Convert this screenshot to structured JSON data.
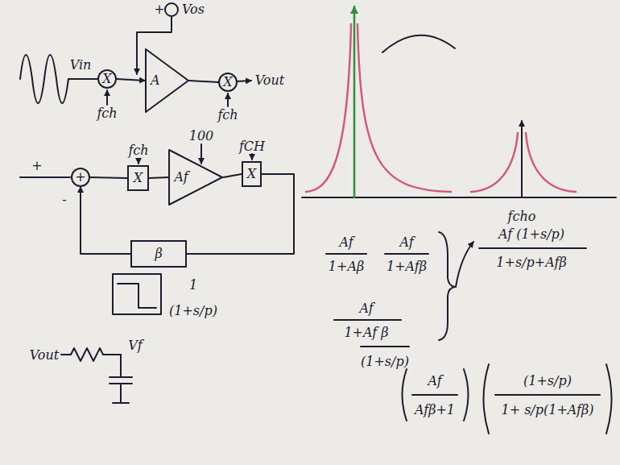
{
  "diagram": {
    "nodes": [
      {
        "text": [
          "X"
        ]
      },
      {
        "text": [
          "A"
        ]
      },
      {
        "text": [
          "X"
        ]
      },
      {
        "text": [
          "+"
        ]
      },
      {
        "text": [
          "X"
        ]
      },
      {
        "text": [
          "Af"
        ]
      },
      {
        "text": [
          "X"
        ]
      },
      {
        "text": [
          "β"
        ]
      }
    ],
    "edges": [
      {
        "from": 0,
        "to": 1,
        "arrow": "to"
      },
      {
        "from": 1,
        "to": 2,
        "arrow": "none"
      },
      {
        "from": 3,
        "to": 4,
        "arrow": "none"
      },
      {
        "from": 4,
        "to": 5,
        "arrow": "none"
      },
      {
        "from": 5,
        "to": 6,
        "arrow": "none"
      },
      {
        "from": 6,
        "to": 7,
        "arrow": "none"
      },
      {
        "from": 7,
        "to": 3,
        "arrow": "to"
      }
    ],
    "labels": [
      "+",
      "Vos",
      "Vin",
      "fch",
      "fch",
      "Vout",
      "fcho",
      "+",
      "-",
      "fch",
      "100",
      "fCH",
      "1",
      "(1+s/p)",
      "Vout",
      "Vf",
      "Af",
      "1+Aβ",
      "Af",
      "1+Afβ",
      "Af",
      "1+Af β",
      "(1+s/p)",
      "Af (1+s/p)",
      "1+s/p+Afβ",
      "Af",
      "Afβ+1",
      "(1+s/p)",
      "1+ s/p(1+Afβ)"
    ]
  }
}
